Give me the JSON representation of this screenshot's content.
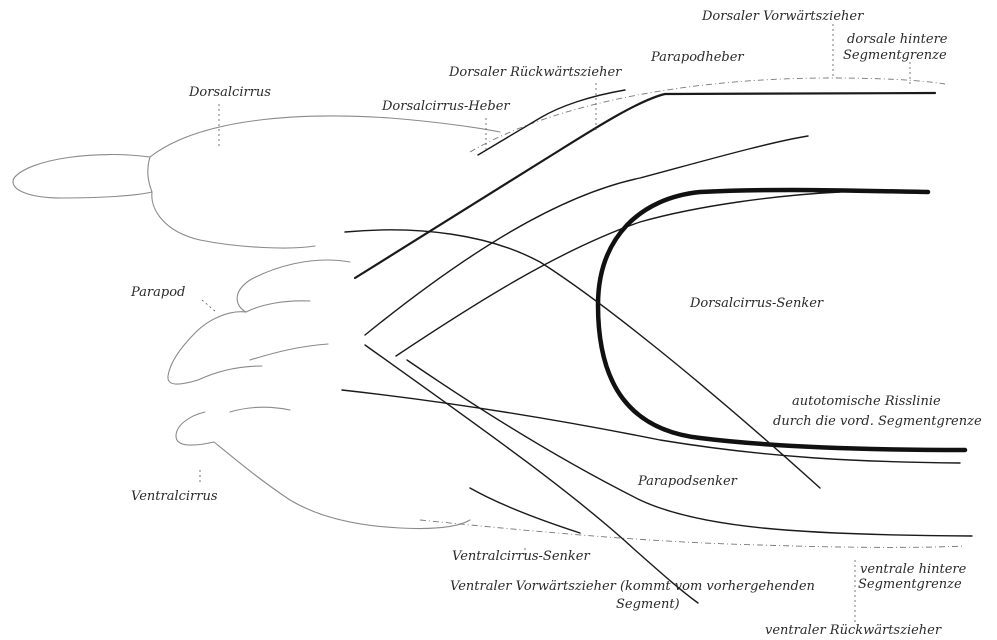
{
  "labels": {
    "dorsaler_vorwaertszieher": "Dorsaler Vorwärtszieher",
    "dorsale_hintere_1": "dorsale hintere",
    "dorsale_hintere_2": "Segmentgrenze",
    "dorsaler_rueckwaertszieher": "Dorsaler Rückwärtszieher",
    "parapodheber": "Parapodheber",
    "dorsalcirrus": "Dorsalcirrus",
    "dorsalcirrus_heber": "Dorsalcirrus-Heber",
    "parapod": "Parapod",
    "dorsalcirrus_senker": "Dorsalcirrus-Senker",
    "rissline_1": "autotomische Risslinie",
    "rissline_2": "durch die vord. Segmentgrenze",
    "ventralcirrus": "Ventralcirrus",
    "parapodsenker": "Parapodsenker",
    "ventralcirrus_senker": "Ventralcirrus-Senker",
    "ventraler_vorwaertszieher_1": "Ventraler Vorwärtszieher (kommt vom vorhergehenden",
    "ventraler_vorwaertszieher_2": "Segment)",
    "ventrale_hintere_1": "ventrale hintere",
    "ventrale_hintere_2": "Segmentgrenze",
    "ventraler_rueckwaertszieher": "ventraler Rückwärtszieher"
  }
}
